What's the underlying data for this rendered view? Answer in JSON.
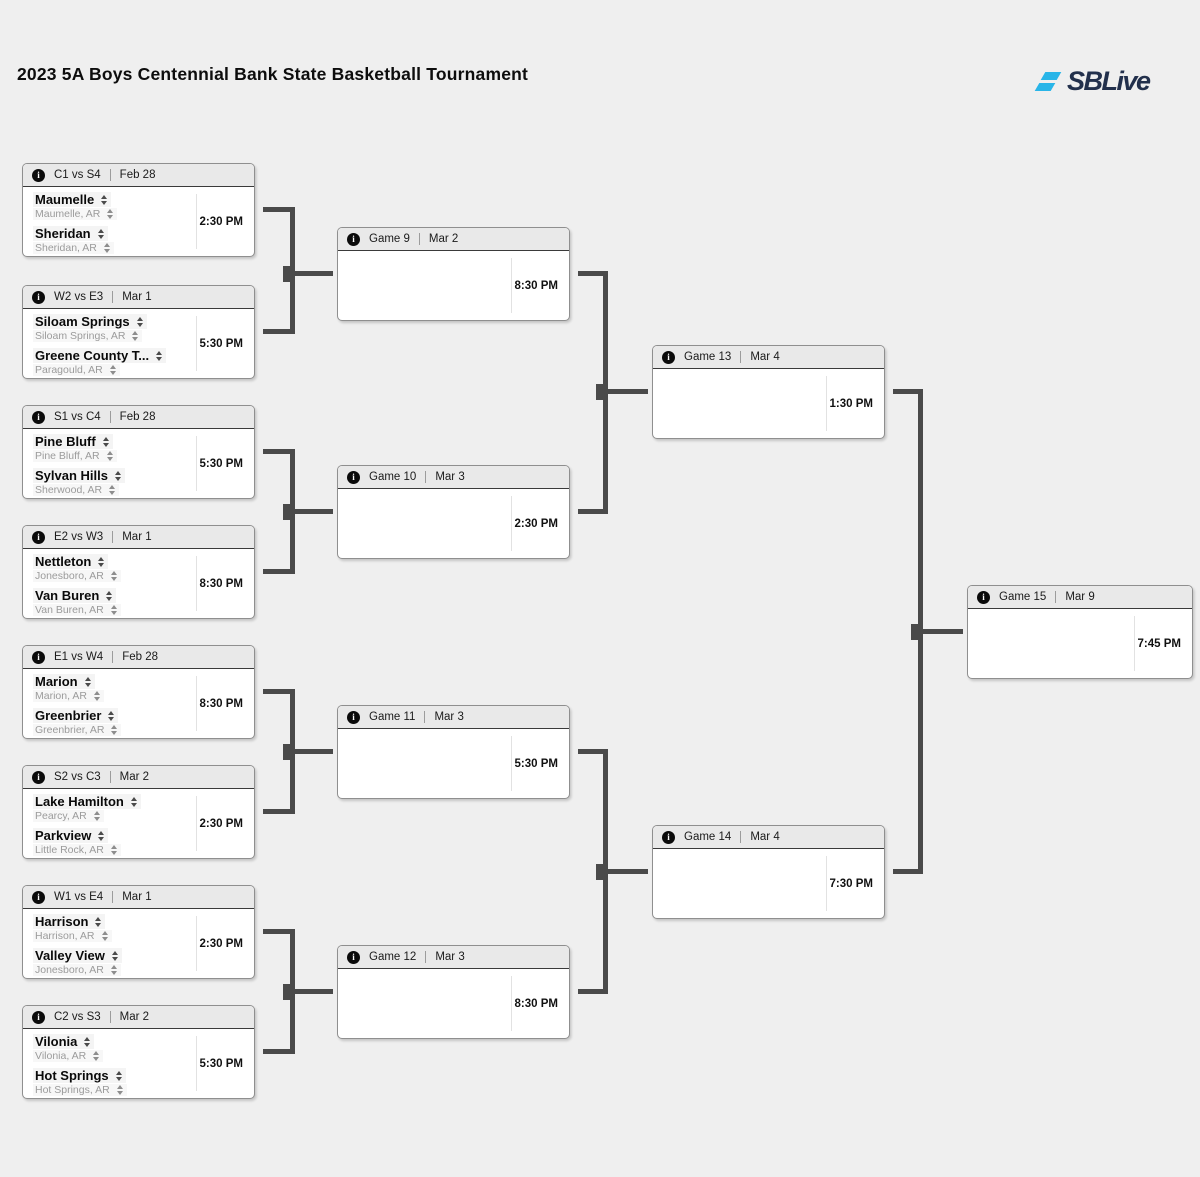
{
  "page_title": "2023 5A Boys Centennial Bank State Basketball Tournament",
  "logo": {
    "text": "SBLive",
    "icon": "sblive-s-icon",
    "icon_color": "#29b5e8",
    "text_color": "#22304c"
  },
  "glyphs": {
    "info": "i"
  },
  "colors": {
    "background": "#efefef",
    "connector": "#4a4a4a",
    "card_header_bg": "#e9e9e9",
    "card_border": "#8f8f8f",
    "location_text": "#9b9b9b"
  },
  "games": [
    {
      "round": 1,
      "title": "C1 vs S4",
      "date": "Feb 28",
      "time": "2:30 PM",
      "teams": [
        {
          "name": "Maumelle",
          "location": "Maumelle, AR"
        },
        {
          "name": "Sheridan",
          "location": "Sheridan, AR"
        }
      ]
    },
    {
      "round": 1,
      "title": "W2 vs E3",
      "date": "Mar 1",
      "time": "5:30 PM",
      "teams": [
        {
          "name": "Siloam Springs",
          "location": "Siloam Springs, AR"
        },
        {
          "name": "Greene County T...",
          "location": "Paragould, AR"
        }
      ]
    },
    {
      "round": 1,
      "title": "S1 vs C4",
      "date": "Feb 28",
      "time": "5:30 PM",
      "teams": [
        {
          "name": "Pine Bluff",
          "location": "Pine Bluff, AR"
        },
        {
          "name": "Sylvan Hills",
          "location": "Sherwood, AR"
        }
      ]
    },
    {
      "round": 1,
      "title": "E2 vs W3",
      "date": "Mar 1",
      "time": "8:30 PM",
      "teams": [
        {
          "name": "Nettleton",
          "location": "Jonesboro, AR"
        },
        {
          "name": "Van Buren",
          "location": "Van Buren, AR"
        }
      ]
    },
    {
      "round": 1,
      "title": "E1 vs W4",
      "date": "Feb 28",
      "time": "8:30 PM",
      "teams": [
        {
          "name": "Marion",
          "location": "Marion, AR"
        },
        {
          "name": "Greenbrier",
          "location": "Greenbrier, AR"
        }
      ]
    },
    {
      "round": 1,
      "title": "S2 vs C3",
      "date": "Mar 2",
      "time": "2:30 PM",
      "teams": [
        {
          "name": "Lake Hamilton",
          "location": "Pearcy, AR"
        },
        {
          "name": "Parkview",
          "location": "Little Rock, AR"
        }
      ]
    },
    {
      "round": 1,
      "title": "W1 vs E4",
      "date": "Mar 1",
      "time": "2:30 PM",
      "teams": [
        {
          "name": "Harrison",
          "location": "Harrison, AR"
        },
        {
          "name": "Valley View",
          "location": "Jonesboro, AR"
        }
      ]
    },
    {
      "round": 1,
      "title": "C2 vs S3",
      "date": "Mar 2",
      "time": "5:30 PM",
      "teams": [
        {
          "name": "Vilonia",
          "location": "Vilonia, AR"
        },
        {
          "name": "Hot Springs",
          "location": "Hot Springs, AR"
        }
      ]
    },
    {
      "round": 2,
      "title": "Game 9",
      "date": "Mar 2",
      "time": "8:30 PM"
    },
    {
      "round": 2,
      "title": "Game 10",
      "date": "Mar 3",
      "time": "2:30 PM"
    },
    {
      "round": 2,
      "title": "Game 11",
      "date": "Mar 3",
      "time": "5:30 PM"
    },
    {
      "round": 2,
      "title": "Game 12",
      "date": "Mar 3",
      "time": "8:30 PM"
    },
    {
      "round": 3,
      "title": "Game 13",
      "date": "Mar 4",
      "time": "1:30 PM"
    },
    {
      "round": 3,
      "title": "Game 14",
      "date": "Mar 4",
      "time": "7:30 PM"
    },
    {
      "round": 4,
      "title": "Game 15",
      "date": "Mar 9",
      "time": "7:45 PM"
    }
  ]
}
